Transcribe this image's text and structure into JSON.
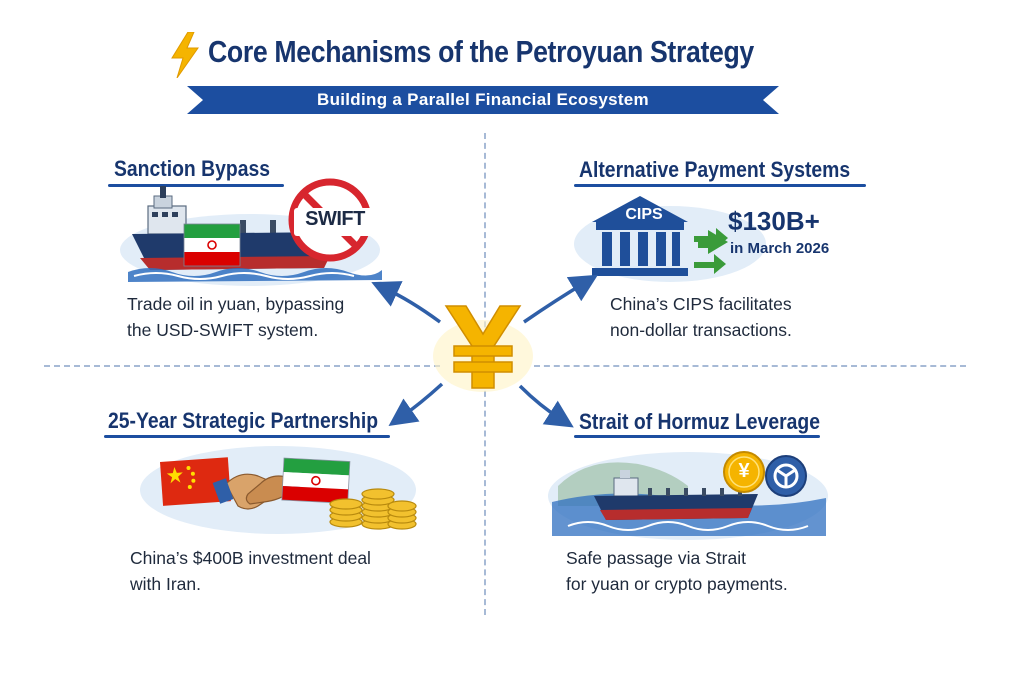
{
  "header": {
    "title": "Core Mechanisms of the Petroyuan Strategy",
    "subtitle": "Building a Parallel Financial Ecosystem"
  },
  "center": {
    "symbol": "¥"
  },
  "quadrants": {
    "sanction_bypass": {
      "heading": "Sanction Bypass",
      "badge": "SWIFT",
      "lines": [
        "Trade oil in yuan, bypassing",
        "the USD-SWIFT system."
      ]
    },
    "payment_systems": {
      "heading": "Alternative Payment Systems",
      "building_label": "CIPS",
      "stat_value": "$130B+",
      "stat_caption": "in March 2026",
      "lines": [
        "China’s CIPS facilitates",
        "non-dollar transactions."
      ]
    },
    "partnership": {
      "heading": "25-Year Strategic Partnership",
      "lines": [
        "China’s $400B investment deal",
        "with Iran."
      ]
    },
    "hormuz": {
      "heading": "Strait of Hormuz Leverage",
      "coin_symbol": "¥",
      "lines": [
        "Safe passage via Strait",
        "for yuan or crypto payments."
      ]
    }
  },
  "colors": {
    "navy": "#17356e",
    "ribbon": "#1c4ea0",
    "gold": "#f5b400",
    "arrow": "#2f5fa8",
    "green": "#3a9b3a"
  },
  "icons": [
    "lightning-bolt-icon",
    "yuan-symbol-icon",
    "oil-tanker-icon",
    "no-swift-icon",
    "bank-building-icon",
    "handshake-icon",
    "coin-stack-icon",
    "crypto-coin-icon"
  ]
}
